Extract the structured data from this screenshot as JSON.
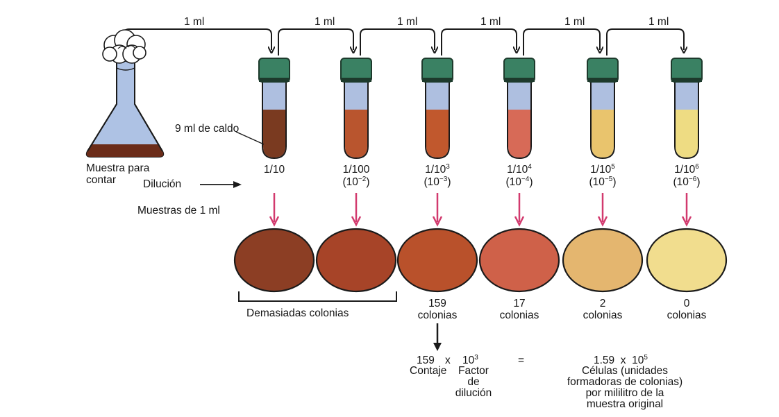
{
  "transfers": [
    "1 ml",
    "1 ml",
    "1 ml",
    "1 ml",
    "1 ml",
    "1 ml"
  ],
  "flask_label": [
    "Muestra para",
    "contar"
  ],
  "broth_label": "9 ml de caldo",
  "dilution_label": "Dilución",
  "samples_label": "Muestras de 1 ml",
  "tubes": [
    {
      "top": "1/10",
      "top_sup": "",
      "bottom": "",
      "bottom_sup": "",
      "liquid": "#7a3a20",
      "plate": "#8c3e24"
    },
    {
      "top": "1/100",
      "top_sup": "",
      "bottom": "(10",
      "bottom_sup": "−2",
      "bottom_end": ")",
      "liquid": "#b9552e",
      "plate": "#a74428"
    },
    {
      "top": "1/10",
      "top_sup": "3",
      "bottom": "(10",
      "bottom_sup": "−3",
      "bottom_end": ")",
      "liquid": "#c1582d",
      "plate": "#b9512b"
    },
    {
      "top": "1/10",
      "top_sup": "4",
      "bottom": "(10",
      "bottom_sup": "−4",
      "bottom_end": ")",
      "liquid": "#d76a57",
      "plate": "#cf6149"
    },
    {
      "top": "1/10",
      "top_sup": "5",
      "bottom": "(10",
      "bottom_sup": "−5",
      "bottom_end": ")",
      "liquid": "#e9c46d",
      "plate": "#e4b66f"
    },
    {
      "top": "1/10",
      "top_sup": "6",
      "bottom": "(10",
      "bottom_sup": "−6",
      "bottom_end": ")",
      "liquid": "#eedc83",
      "plate": "#f1dd8e"
    }
  ],
  "counts": [
    {
      "num": "159",
      "word": "colonias"
    },
    {
      "num": "17",
      "word": "colonias"
    },
    {
      "num": "2",
      "word": "colonias"
    },
    {
      "num": "0",
      "word": "colonias"
    }
  ],
  "too_many_label": "Demasiadas colonias",
  "formula": {
    "count_value": "159",
    "times": "x",
    "factor_base": "10",
    "factor_exp": "3",
    "equals": "=",
    "result_base": "1.59  x  10",
    "result_exp": "5",
    "count_caption": "Contaje",
    "factor_caption": [
      "Factor",
      "de",
      "dilución"
    ],
    "result_caption": [
      "Células (unidades",
      "formadoras de colonias)",
      "por mililitro de la",
      "muestra original"
    ]
  },
  "colors": {
    "cap": "#3a8163",
    "cap_dark": "#1d3a2c",
    "headspace": "#aebfe0",
    "flask_liquid": "#aec2e4",
    "flask_sediment": "#6b2c19",
    "arrow_pink": "#d23a6e",
    "line": "#1a1a1a"
  }
}
